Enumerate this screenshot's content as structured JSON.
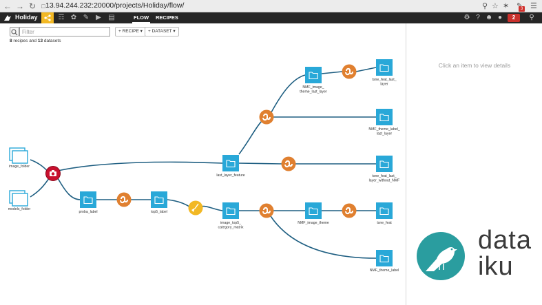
{
  "browser": {
    "url": "13.94.244.232:20000/projects/Holiday/flow/",
    "ext_badge": "3"
  },
  "topbar": {
    "project_name": "Holiday",
    "tabs": [
      "FLOW",
      "RECIPES"
    ],
    "notifications": "2"
  },
  "toolbar": {
    "search_placeholder": "Filter",
    "recipe_dropdown": "+ RECIPE",
    "dataset_dropdown": "+ DATASET",
    "recipes_count": "8",
    "recipes_word": " recipes and ",
    "datasets_count": "13",
    "datasets_word": " datasets"
  },
  "right_panel": {
    "hint": "Click an item to view details"
  },
  "colors": {
    "dataset": "#29a8d8",
    "python_recipe": "#e08030",
    "camera_recipe": "#c8102e",
    "prepare_recipe": "#f2b824",
    "edge": "#1f5f82",
    "brand_teal": "#2a9d9f"
  },
  "flow": {
    "datasets": [
      {
        "id": "image_folder",
        "label": "image_folder"
      },
      {
        "id": "models_folder",
        "label": "models_folder"
      },
      {
        "id": "proba_label",
        "label": "proba_label"
      },
      {
        "id": "top5_label",
        "label": "top5_label"
      },
      {
        "id": "last_layer_feature",
        "label": "last_layer_feature"
      },
      {
        "id": "image_top5",
        "label": "image_top5_\ncategory_matrix"
      },
      {
        "id": "nmf_image_theme_last_layer",
        "label": "NMF_image_\ntheme_last_layer"
      },
      {
        "id": "tsne_feat_last_layer",
        "label": "tsne_feat_last_\nlayer"
      },
      {
        "id": "nmf_theme_label_last_layer",
        "label": "NMF_theme_label_\nlast_layer"
      },
      {
        "id": "tsne_feat_last_layer_without_nmf",
        "label": "tsne_feat_last_\nlayer_without_NMF"
      },
      {
        "id": "nmf_image_theme",
        "label": "NMF_image_theme"
      },
      {
        "id": "tsne_feat",
        "label": "tsne_feat"
      },
      {
        "id": "nmf_theme_label",
        "label": "NMF_theme_label"
      }
    ],
    "recipes": [
      {
        "id": "r_camera",
        "kind": "camera-icon"
      },
      {
        "id": "r_py1",
        "kind": "python-icon"
      },
      {
        "id": "r_prep",
        "kind": "broom-icon"
      },
      {
        "id": "r_py2",
        "kind": "python-icon"
      },
      {
        "id": "r_py3",
        "kind": "python-icon"
      },
      {
        "id": "r_py4",
        "kind": "python-icon"
      },
      {
        "id": "r_py5",
        "kind": "python-icon"
      },
      {
        "id": "r_py6",
        "kind": "python-icon"
      }
    ]
  },
  "brand": {
    "line1": "data",
    "line2": "iku"
  }
}
